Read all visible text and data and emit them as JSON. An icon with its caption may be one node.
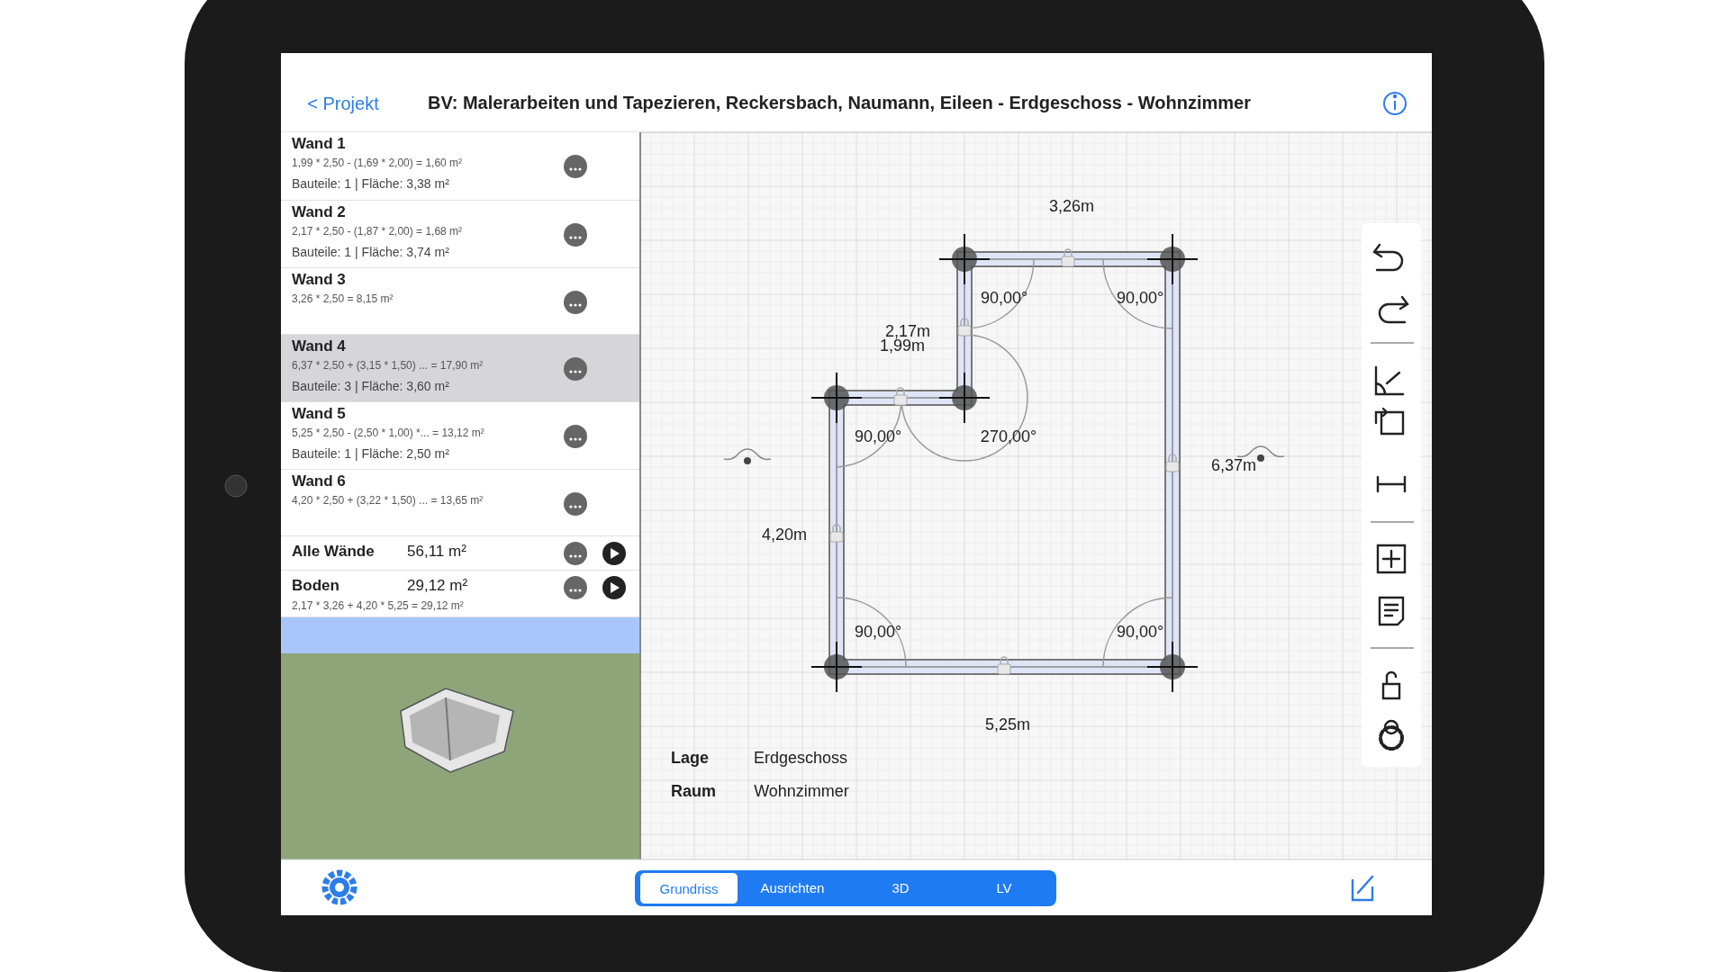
{
  "diagram": {
    "title": "BV: Malerarbeiten und Tapezieren, Reckersbach, Naumann, Eileen - Erdgeschoss - Wohnzimmer",
    "nodes": [
      {
        "text": [
          "Wand 1",
          "1,99 * 2,50  - (1,69 * 2,00)   = 1,60 m²",
          "Bauteile: 1 | Fläche: 3,38 m²"
        ]
      },
      {
        "text": [
          "Wand 2",
          "2,17 * 2,50  - (1,87 * 2,00)   = 1,68 m²",
          "Bauteile: 1 | Fläche: 3,74 m²"
        ]
      },
      {
        "text": [
          "Wand 3",
          "3,26 * 2,50   = 8,15 m²"
        ]
      },
      {
        "text": [
          "Wand 4",
          "6,37 * 2,50   + (3,15 * 1,50) ... = 17,90 m²",
          "Bauteile: 3 | Fläche: 3,60 m²"
        ]
      },
      {
        "text": [
          "Wand 5",
          "5,25 * 2,50  - (2,50 * 1,00) *... = 13,12 m²",
          "Bauteile: 1 | Fläche: 2,50 m²"
        ]
      },
      {
        "text": [
          "Wand 6",
          "4,20 * 2,50   + (3,22 * 1,50) ... = 13,65 m²"
        ]
      },
      {
        "text": [
          "Alle Wände",
          "56,11 m²"
        ]
      },
      {
        "text": [
          "Boden",
          "29,12 m²",
          "2,17 * 3,26  + 4,20 * 5,25  = 29,12 m²"
        ]
      }
    ],
    "edges": [],
    "labels": [
      "< Projekt",
      "3,26m",
      "90,00°",
      "90,00°",
      "2,17m",
      "1,99m",
      "90,00°",
      "270,00°",
      "6,37m",
      "4,20m",
      "90,00°",
      "90,00°",
      "5,25m",
      "Lage",
      "Erdgeschoss",
      "Raum",
      "Wohnzimmer",
      "Grundriss",
      "Ausrichten",
      "3D",
      "LV"
    ]
  }
}
